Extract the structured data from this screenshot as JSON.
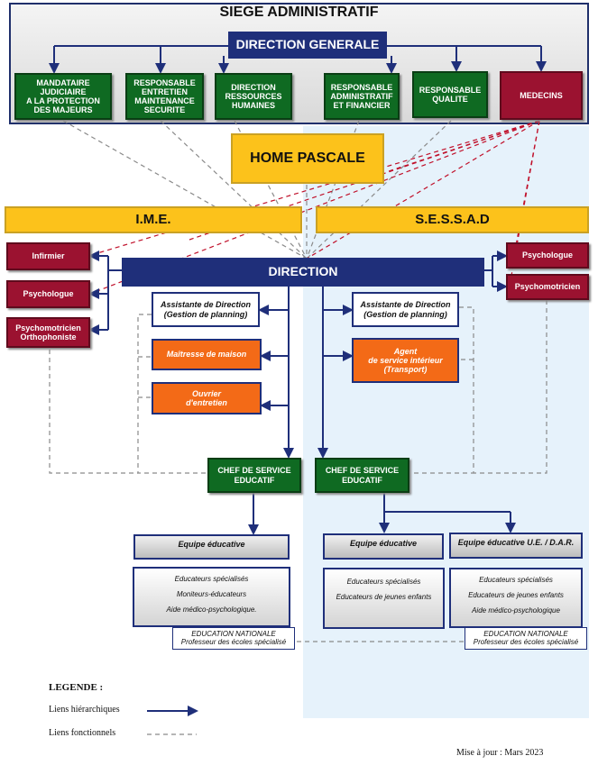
{
  "siege": {
    "title": "SIEGE ADMINISTRATIF"
  },
  "direction_generale": {
    "label": "DIRECTION GENERALE"
  },
  "siege_boxes": {
    "mandataire": "MANDATAIRE\nJUDICIAIRE\nA LA PROTECTION\nDES MAJEURS",
    "responsable_entretien": "RESPONSABLE\nENTRETIEN\nMAINTENANCE\nSECURITE",
    "drh": "DIRECTION\nRESSOURCES\nHUMAINES",
    "raf": "RESPONSABLE\nADMINISTRATIF\nET FINANCIER",
    "qualite": "RESPONSABLE\nQUALITE",
    "medecins": "MEDECINS"
  },
  "home": {
    "label": "HOME PASCALE"
  },
  "ime": {
    "label": "I.M.E."
  },
  "sessad": {
    "label": "S.E.S.S.A.D"
  },
  "direction": {
    "label": "DIRECTION"
  },
  "left_staff": {
    "infirmier": "Infirmier",
    "psychologue": "Psychologue",
    "psychomotricien_ortho": "Psychomotricien\nOrthophoniste"
  },
  "right_staff": {
    "psychologue": "Psychologue",
    "psychomotricien": "Psychomotricien"
  },
  "ime_services": {
    "assistante": "Assistante de Direction\n(Gestion de planning)",
    "maitresse": "Maîtresse de maison",
    "ouvrier": "Ouvrier\nd'entretien"
  },
  "sessad_services": {
    "assistante": "Assistante de Direction\n(Gestion de planning)",
    "agent": "Agent\nde service intérieur\n(Transport)"
  },
  "chef_ime": {
    "label": "CHEF DE SERVICE\nEDUCATIF"
  },
  "chef_sessad": {
    "label": "CHEF DE SERVICE\nEDUCATIF"
  },
  "team_ime": {
    "title": "Equipe éducative",
    "members": [
      "Educateurs spécialisés",
      "Moniteurs-éducateurs",
      "Aide médico-psychologique."
    ]
  },
  "team_sessad": {
    "title": "Equipe éducative",
    "members": [
      "Educateurs spécialisés",
      "Educateurs de jeunes enfants"
    ]
  },
  "team_ue": {
    "title": "Equipe éducative U.E. / D.A.R.",
    "members": [
      "Educateurs spécialisés",
      "Educateurs de jeunes enfants",
      "Aide médico-psychologique"
    ]
  },
  "education_nationale": {
    "title": "EDUCATION NATIONALE",
    "subtitle": "Professeur des écoles spécialisé"
  },
  "legend": {
    "title": "LEGENDE :",
    "hierarchical": "Liens hiérarchiques",
    "functional": "Liens fonctionnels"
  },
  "update": {
    "label": "Mise à jour : Mars 2023"
  },
  "colors": {
    "navy": "#1f2f7a",
    "green": "#0f6a22",
    "burgundy": "#9b1230",
    "yellow": "#fcc21b",
    "orange": "#f36a17",
    "functional_red": "#c0102a",
    "functional_gray": "#8a8a8a"
  }
}
